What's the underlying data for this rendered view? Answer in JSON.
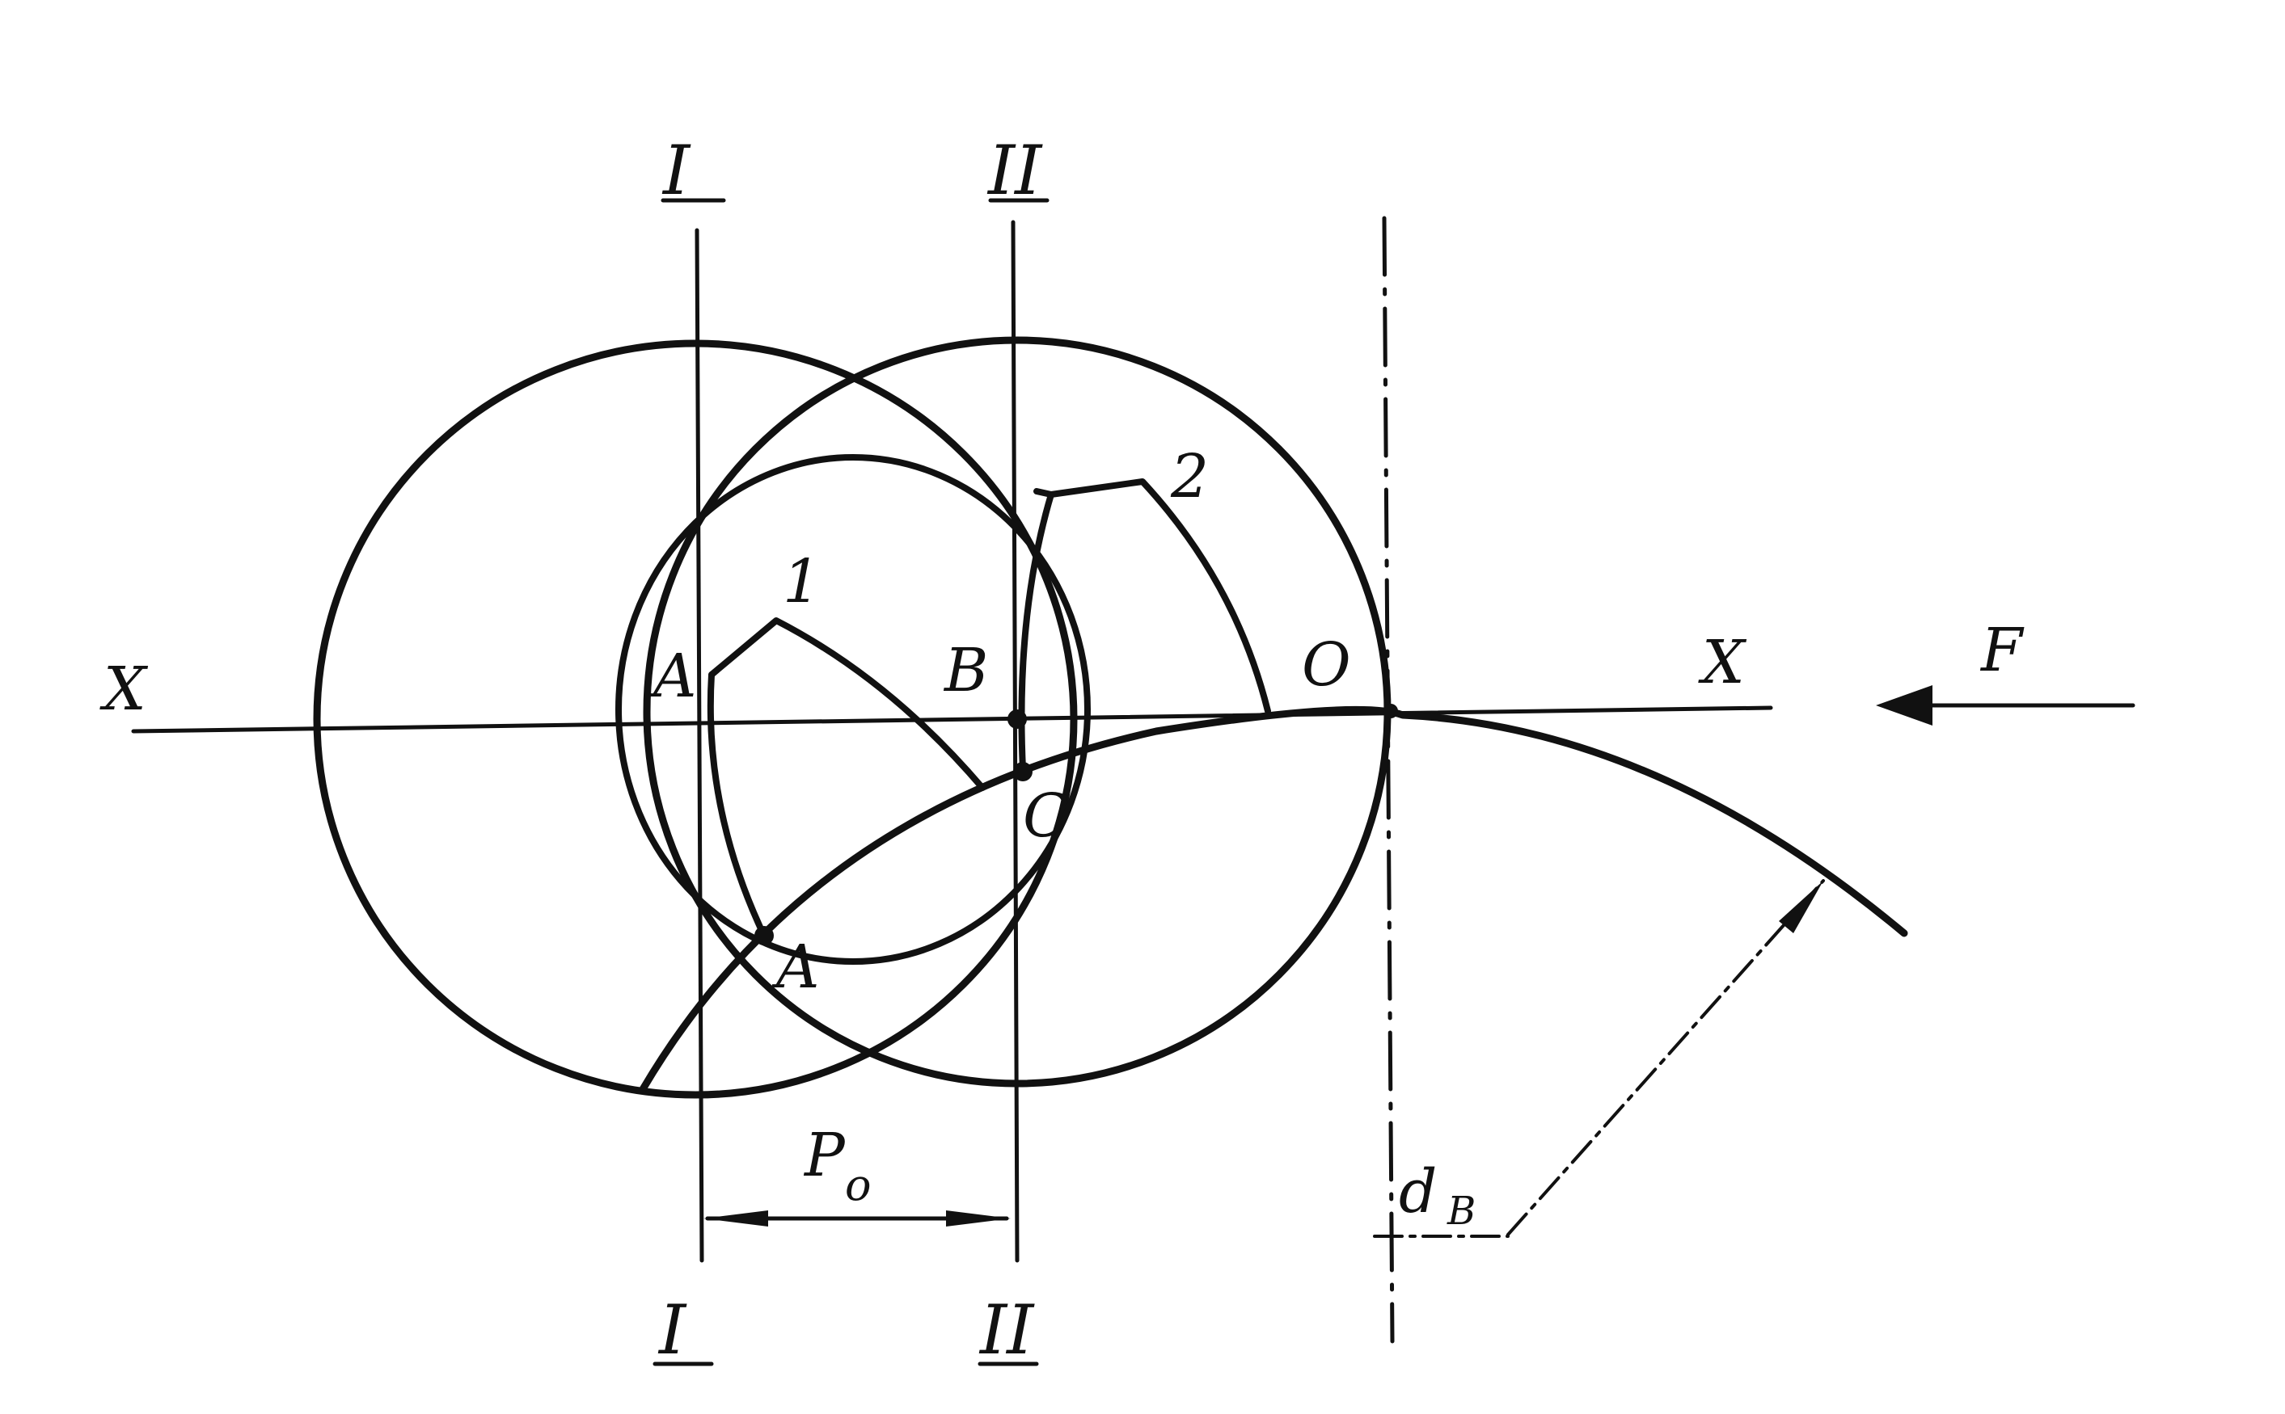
{
  "diagram": {
    "colors": {
      "ink": "#111111",
      "background": "#ffffff"
    },
    "section_labels": {
      "one_top": "I",
      "one_bottom": "I",
      "two_top": "II",
      "two_bottom": "II"
    },
    "axis_labels": {
      "x_left": "X",
      "x_right": "X"
    },
    "point_labels": {
      "a_upper": "A",
      "a_lower": "A",
      "b": "B",
      "c": "C",
      "o": "O"
    },
    "curve_labels": {
      "curve_1": "1",
      "curve_2": "2"
    },
    "force_label": "F",
    "dimension_labels": {
      "pitch": "P",
      "pitch_subscript": "o",
      "diameter": "d",
      "diameter_subscript": "B"
    }
  }
}
